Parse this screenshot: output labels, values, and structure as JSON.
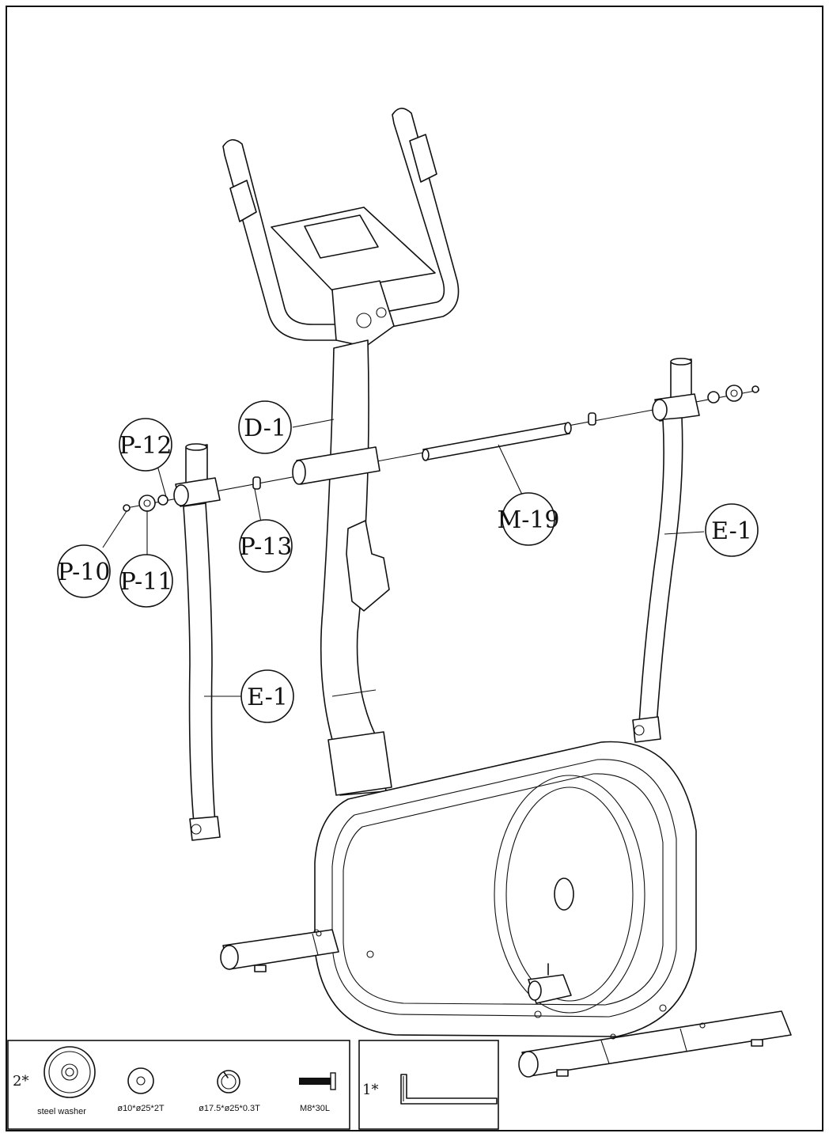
{
  "diagram": {
    "part_labels": [
      {
        "id": "d1",
        "text": "D-1"
      },
      {
        "id": "p12",
        "text": "P-12"
      },
      {
        "id": "p13",
        "text": "P-13"
      },
      {
        "id": "p10",
        "text": "P-10"
      },
      {
        "id": "p11",
        "text": "P-11"
      },
      {
        "id": "m19",
        "text": "M-19"
      },
      {
        "id": "e1_right",
        "text": "E-1"
      },
      {
        "id": "e1_left",
        "text": "E-1"
      }
    ]
  },
  "hardware_box": {
    "quantity": "2*",
    "items": [
      {
        "name": "steel-washer",
        "caption": "steel washer"
      },
      {
        "name": "flat-washer",
        "caption": "ø10*ø25*2T"
      },
      {
        "name": "spring-washer",
        "caption": "ø17.5*ø25*0.3T"
      },
      {
        "name": "bolt",
        "caption": "M8*30L"
      }
    ]
  },
  "tool_box": {
    "quantity": "1*",
    "tool": "allen-wrench"
  }
}
